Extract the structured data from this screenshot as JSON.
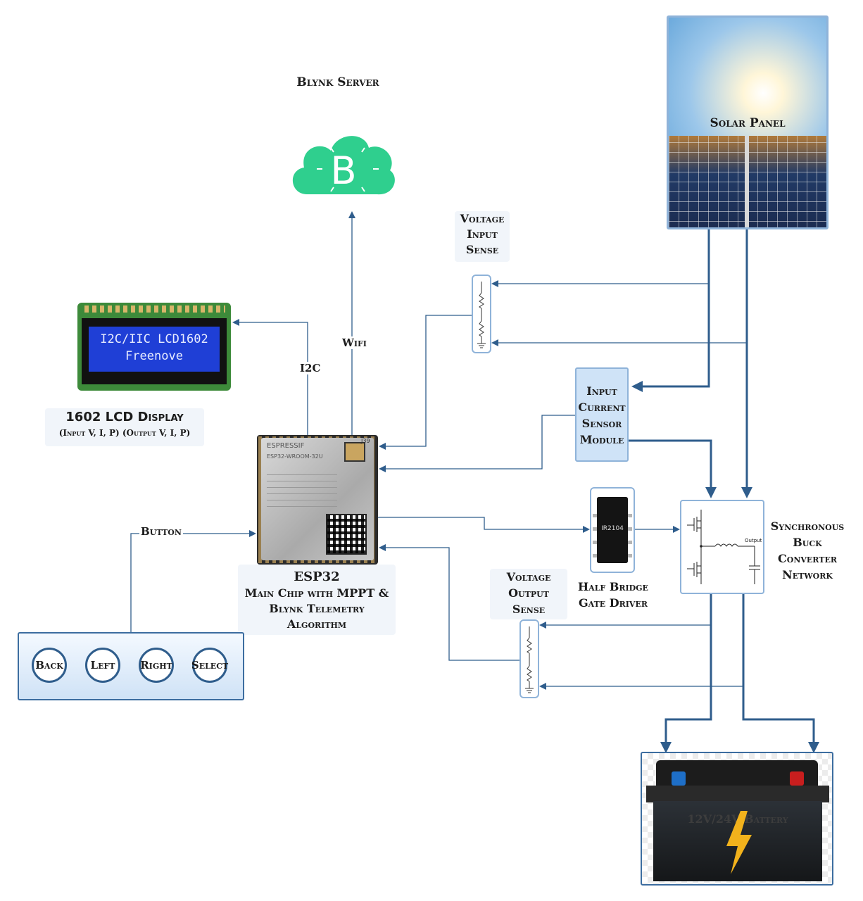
{
  "blynk": {
    "title": "Blynk Server",
    "logo_letter": "B"
  },
  "wifi_label": "Wifi",
  "i2c_label": "I2C",
  "lcd": {
    "line1": "I2C/IIC LCD1602",
    "line2": "Freenove",
    "title": "1602 LCD Display",
    "subtitle": "(Input V, I, P) (Output V, I, P)"
  },
  "esp32": {
    "chip_brand": "ESPRESSIF",
    "chip_model": "ESP32-WROOM-32U",
    "chip_antenna": "J39",
    "title": "ESP32",
    "line2": "Main Chip with MPPT &",
    "line3": "Blynk Telemetry",
    "line4": "Algorithm"
  },
  "button_label": "Button",
  "buttons": [
    "Back",
    "Left",
    "Right",
    "Select"
  ],
  "solar_panel": {
    "title": "Solar Panel"
  },
  "voltage_input_sense": {
    "line1": "Voltage",
    "line2": "Input",
    "line3": "Sense"
  },
  "input_current_sensor": {
    "line1": "Input",
    "line2": "Current",
    "line3": "Sensor",
    "line4": "Module"
  },
  "gate_driver": {
    "chip": "IR2104",
    "line1": "Half Bridge",
    "line2": "Gate Driver"
  },
  "buck_converter": {
    "output_label": "Output",
    "line1": "Synchronous",
    "line2": "Buck",
    "line3": "Converter",
    "line4": "Network"
  },
  "voltage_output_sense": {
    "line1": "Voltage",
    "line2": "Output",
    "line3": "Sense"
  },
  "battery": {
    "label": "12V/24V Battery"
  },
  "colors": {
    "wire": "#2f5d8c",
    "blynk_green": "#2fcf8e",
    "lcd_blue": "#1f3fd6",
    "pcb_green": "#3d8a3a"
  }
}
